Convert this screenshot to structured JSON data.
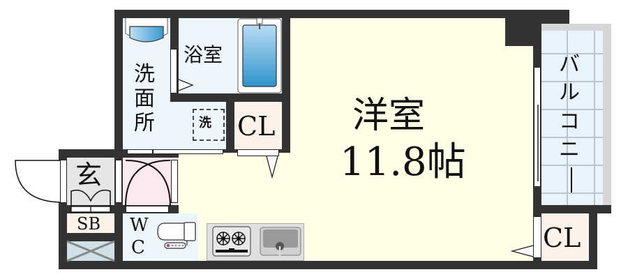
{
  "floorplan": {
    "colors": {
      "wall": "#333333",
      "western_room": "#fffee6",
      "wet_area": "#eef6fd",
      "closet": "#fdf2ea",
      "toilet_hall": "#fce8f0",
      "entrance": "#e6e6e6",
      "balcony": "#e8f3fd",
      "balcony_border": "#d6d6d6",
      "kitchen_counter": "#e0e0e0",
      "meter_box": "#cfe1e6"
    },
    "rooms": {
      "western": {
        "name": "洋室",
        "size": "11.8帖"
      },
      "bath": {
        "name": "浴室"
      },
      "washroom": {
        "name_chars": [
          "洗",
          "面",
          "所"
        ]
      },
      "washer_space": {
        "label": "洗"
      },
      "closet_top": {
        "label": "CL"
      },
      "closet_bottom": {
        "label": "CL"
      },
      "balcony": {
        "name_chars": [
          "バ",
          "ル",
          "コ",
          "ニ",
          "ー"
        ]
      },
      "entrance": {
        "label": "玄"
      },
      "shoe_box": {
        "label": "SB"
      },
      "toilet": {
        "label_chars": [
          "W",
          "C"
        ]
      }
    },
    "fixtures": [
      "washbasin-icon",
      "bathtub-icon",
      "toilet-icon",
      "stove-icon",
      "sink-icon",
      "meter-box-icon"
    ]
  }
}
